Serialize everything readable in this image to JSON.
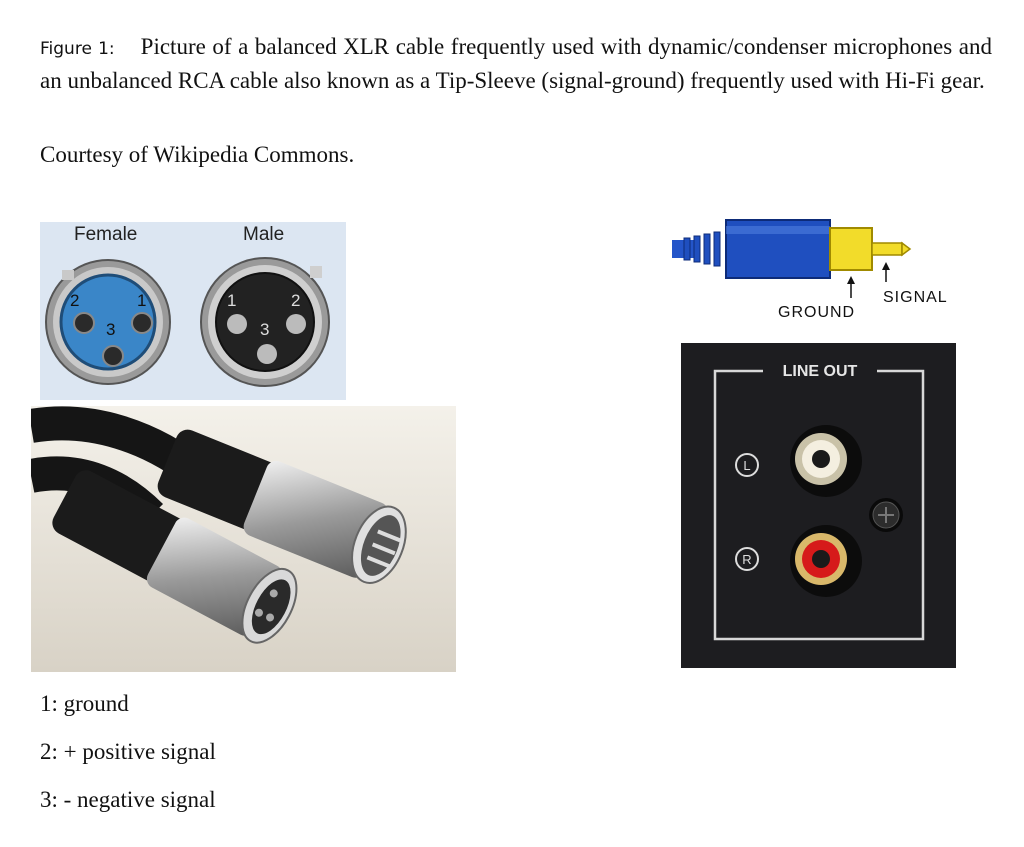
{
  "caption": {
    "figure_label": "Figure 1:",
    "text": "Picture of a balanced XLR cable frequently used with dynamic/condenser microphones and an unbalanced RCA cable also known as a Tip-Sleeve (signal-ground) frequently used with Hi-Fi gear."
  },
  "credit": "Courtesy of Wikipedia Commons.",
  "xlr_diagram": {
    "female_label": "Female",
    "male_label": "Male",
    "female_pins": [
      "2",
      "1",
      "3"
    ],
    "male_pins": [
      "1",
      "2",
      "3"
    ],
    "female_color": "#3a86c8",
    "male_color": "#222222"
  },
  "rca_diagram": {
    "ground_label": "GROUND",
    "signal_label": "SIGNAL",
    "body_color": "#1f4fbf",
    "tip_color": "#f2dc2a"
  },
  "lineout": {
    "title": "LINE OUT",
    "left_label": "L",
    "right_label": "R"
  },
  "legend": [
    "1:  ground",
    "2: + positive signal",
    "3: - negative signal"
  ]
}
